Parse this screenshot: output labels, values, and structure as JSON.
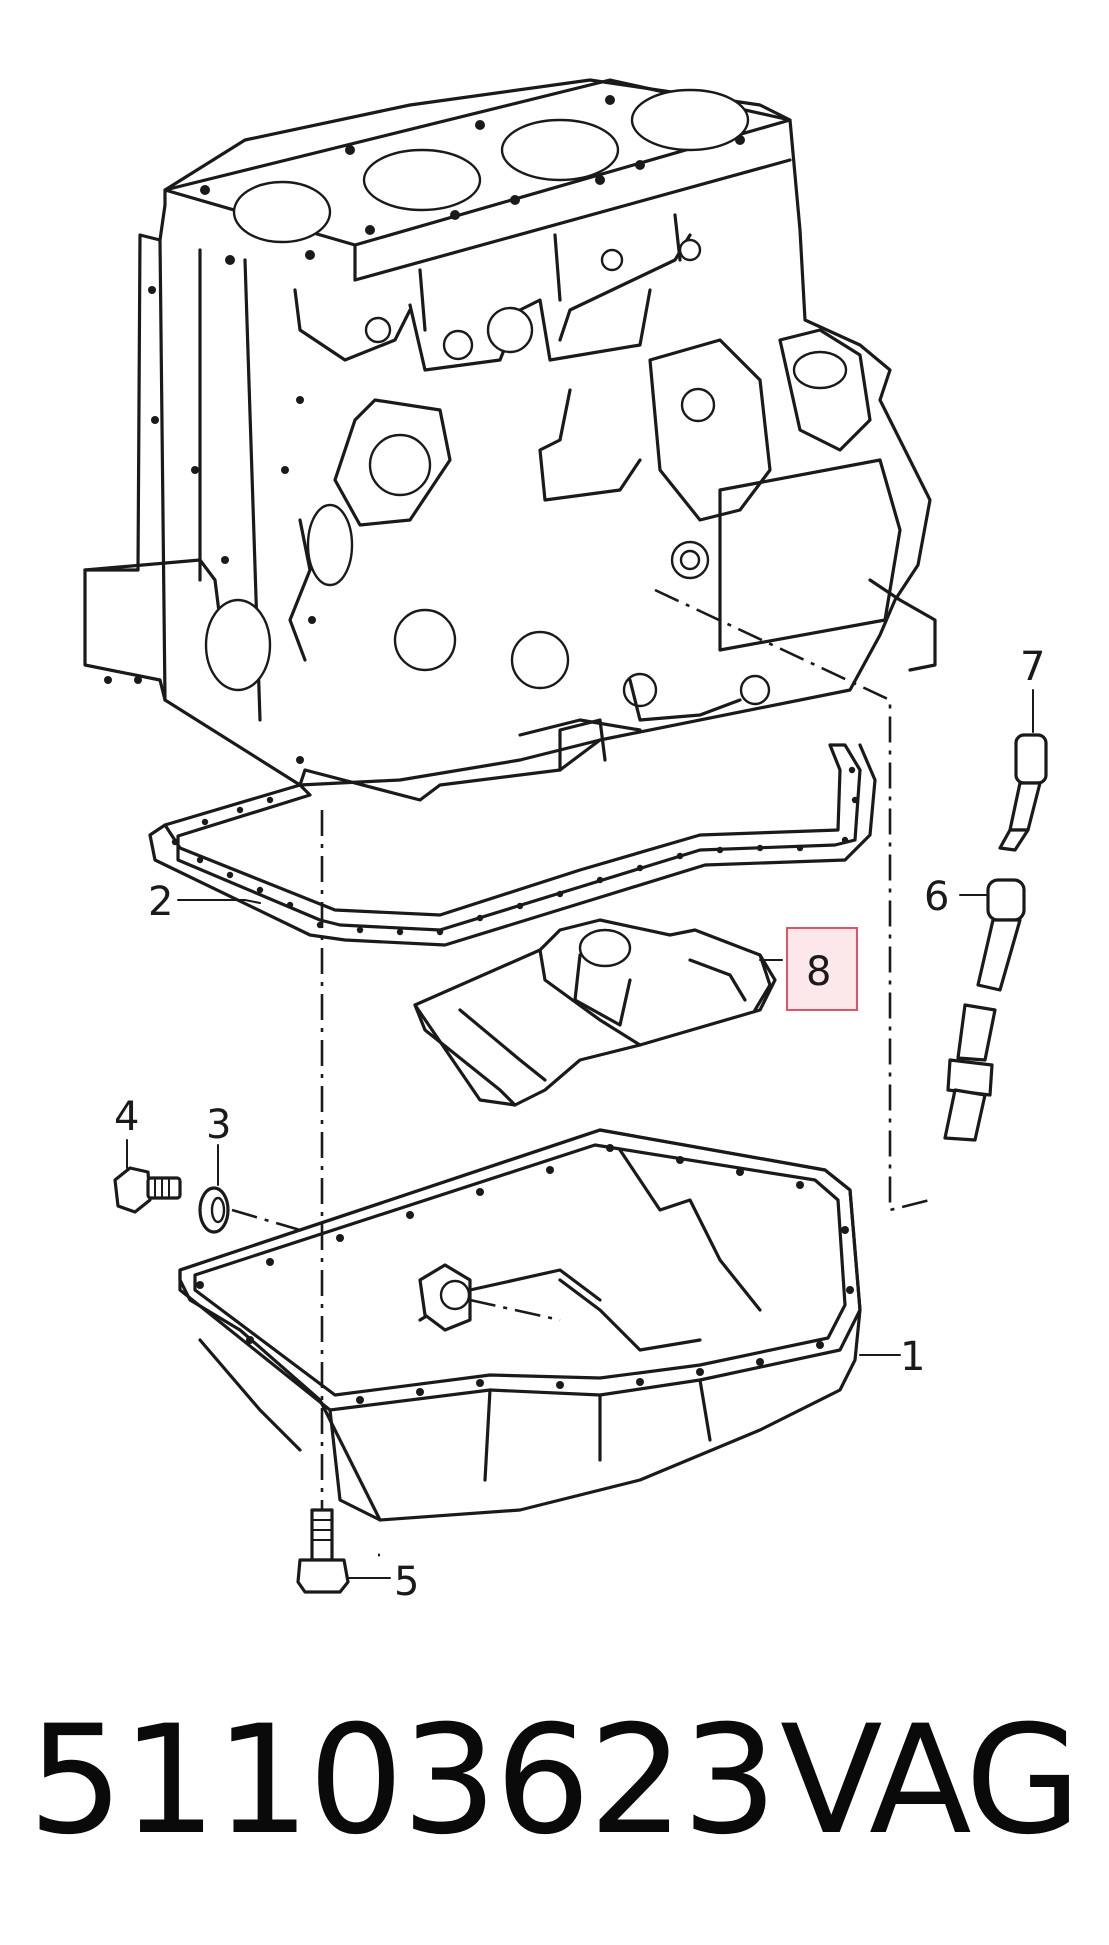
{
  "diagram": {
    "callouts": {
      "c1": "1",
      "c2": "2",
      "c3": "3",
      "c4": "4",
      "c5": "5",
      "c6": "6",
      "c7": "7",
      "c8": "8"
    },
    "highlighted_callout": "8"
  },
  "caption": {
    "part_number": "51103623",
    "brand": "VAG"
  }
}
